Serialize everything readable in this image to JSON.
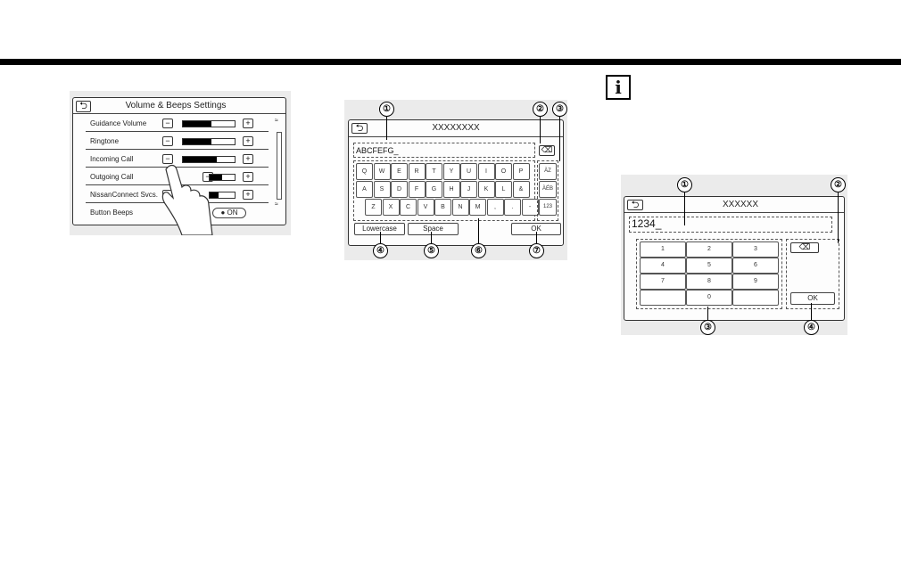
{
  "volume_screen": {
    "title": "Volume & Beeps Settings",
    "back_glyph": "⮌",
    "minus_glyph": "−",
    "plus_glyph": "+",
    "rows": [
      {
        "label": "Guidance Volume",
        "level": 0.55
      },
      {
        "label": "Ringtone",
        "level": 0.55
      },
      {
        "label": "Incoming Call",
        "level": 0.65
      },
      {
        "label": "Outgoing Call",
        "level": 0.5
      },
      {
        "label": "NissanConnect Svcs.",
        "level": 0.35
      },
      {
        "label": "Button Beeps",
        "toggle": "ON"
      }
    ]
  },
  "keyboard_screen": {
    "title": "XXXXXXXX",
    "input_value": "ABCFEFG_",
    "backspace_glyph": "⌫",
    "rows": [
      [
        "Q",
        "W",
        "E",
        "R",
        "T",
        "Y",
        "U",
        "I",
        "O",
        "P"
      ],
      [
        "A",
        "S",
        "D",
        "F",
        "G",
        "H",
        "J",
        "K",
        "L",
        "&"
      ],
      [
        "Z",
        "X",
        "C",
        "V",
        "B",
        "N",
        "M",
        ",",
        ".",
        "-"
      ]
    ],
    "side_keys": [
      "ÀZ",
      "ÀÉB",
      "123"
    ],
    "lowercase_label": "Lowercase",
    "space_label": "Space",
    "ok_label": "OK",
    "callouts": [
      "①",
      "②",
      "③",
      "④",
      "⑤",
      "⑥",
      "⑦"
    ]
  },
  "info_icon": "i",
  "numpad_screen": {
    "title": "XXXXXX",
    "input_value": "1234_",
    "keys": [
      [
        "1",
        "2",
        "3"
      ],
      [
        "4",
        "5",
        "6"
      ],
      [
        "7",
        "8",
        "9"
      ],
      [
        "",
        "0",
        ""
      ]
    ],
    "ok_label": "OK",
    "callouts": [
      "①",
      "②",
      "③",
      "④"
    ]
  }
}
